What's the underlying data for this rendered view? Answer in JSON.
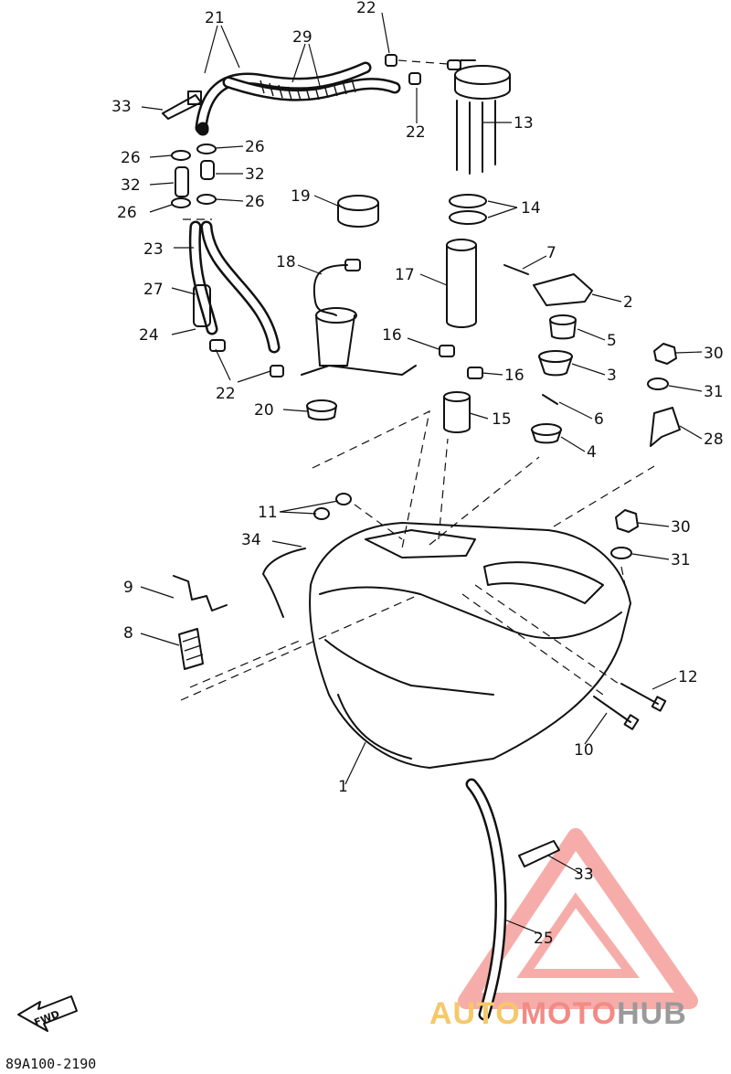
{
  "diagram": {
    "code": "89A100-2190",
    "fwd_label": "FWD",
    "watermark": {
      "part1": "AUTO",
      "part2": "MOTO",
      "part3": "HUB"
    },
    "callouts": [
      {
        "id": "c21",
        "text": "21"
      },
      {
        "id": "c29",
        "text": "29"
      },
      {
        "id": "c22a",
        "text": "22"
      },
      {
        "id": "c22b",
        "text": "22"
      },
      {
        "id": "c13",
        "text": "13"
      },
      {
        "id": "c33a",
        "text": "33"
      },
      {
        "id": "c26a",
        "text": "26"
      },
      {
        "id": "c26b",
        "text": "26"
      },
      {
        "id": "c32a",
        "text": "32"
      },
      {
        "id": "c32b",
        "text": "32"
      },
      {
        "id": "c26c",
        "text": "26"
      },
      {
        "id": "c26d",
        "text": "26"
      },
      {
        "id": "c19",
        "text": "19"
      },
      {
        "id": "c14",
        "text": "14"
      },
      {
        "id": "c23",
        "text": "23"
      },
      {
        "id": "c7",
        "text": "7"
      },
      {
        "id": "c18",
        "text": "18"
      },
      {
        "id": "c17",
        "text": "17"
      },
      {
        "id": "c2",
        "text": "2"
      },
      {
        "id": "c27",
        "text": "27"
      },
      {
        "id": "c16a",
        "text": "16"
      },
      {
        "id": "c5",
        "text": "5"
      },
      {
        "id": "c30a",
        "text": "30"
      },
      {
        "id": "c24",
        "text": "24"
      },
      {
        "id": "c16b",
        "text": "16"
      },
      {
        "id": "c3",
        "text": "3"
      },
      {
        "id": "c31a",
        "text": "31"
      },
      {
        "id": "c22c",
        "text": "22"
      },
      {
        "id": "c20",
        "text": "20"
      },
      {
        "id": "c15",
        "text": "15"
      },
      {
        "id": "c6",
        "text": "6"
      },
      {
        "id": "c4",
        "text": "4"
      },
      {
        "id": "c28",
        "text": "28"
      },
      {
        "id": "c11",
        "text": "11"
      },
      {
        "id": "c30b",
        "text": "30"
      },
      {
        "id": "c34",
        "text": "34"
      },
      {
        "id": "c31b",
        "text": "31"
      },
      {
        "id": "c9",
        "text": "9"
      },
      {
        "id": "c8",
        "text": "8"
      },
      {
        "id": "c12",
        "text": "12"
      },
      {
        "id": "c10",
        "text": "10"
      },
      {
        "id": "c1",
        "text": "1"
      },
      {
        "id": "c33b",
        "text": "33"
      },
      {
        "id": "c25",
        "text": "25"
      }
    ]
  }
}
